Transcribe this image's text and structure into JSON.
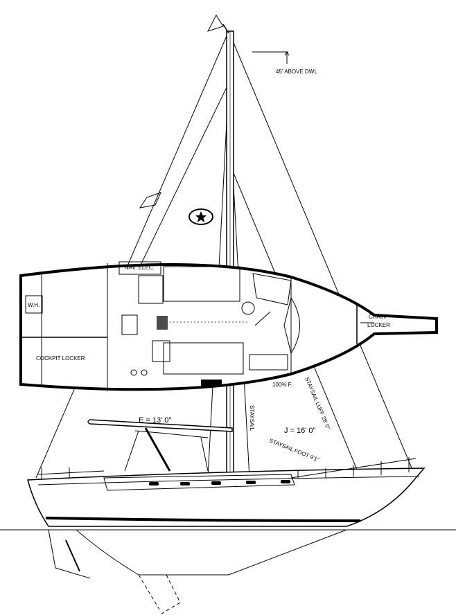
{
  "drawing": {
    "mast_height_note": "45' ABOVE DWL",
    "labels": {
      "nav_elec": "NAV. ELEC.",
      "water_heater": "W.H.",
      "cockpit_locker": "COCKPIT LOCKER",
      "chain_locker_1": "CHAIN",
      "chain_locker_2": "LOCKER",
      "genoa": "100% F.",
      "staysail": "STAYSAIL",
      "staysail_luff": "STAYSAIL LUFF 28' 0\"",
      "j_dimension": "J = 16' 0\"",
      "staysail_foot": "STAYSAIL FOOT 9'1\"",
      "e_dimension": "E = 13' 0\""
    },
    "colors": {
      "ink": "#000000",
      "paper": "#ffffff"
    }
  }
}
